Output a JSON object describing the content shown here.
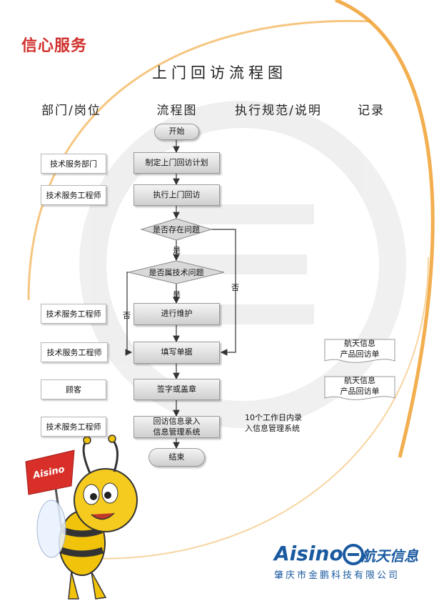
{
  "brand": "信心服务",
  "title": "上门回访流程图",
  "columns": {
    "dept": "部门/岗位",
    "flow": "流程图",
    "spec": "执行规范/说明",
    "record": "记录"
  },
  "flow": {
    "start": "开始",
    "plan": "制定上门回访计划",
    "visit": "执行上门回访",
    "decision1": "是否存在问题",
    "yes1": "是",
    "no1": "否",
    "decision2": "是否属技术问题",
    "yes2": "是",
    "no2": "否",
    "maintain": "进行维护",
    "fill": "填写单据",
    "sign": "签字或盖章",
    "entry_line1": "回访信息录入",
    "entry_line2": "信息管理系统",
    "end": "结束"
  },
  "depts": {
    "plan": "技术服务部门",
    "visit": "技术服务工程师",
    "maintain": "技术服务工程师",
    "fill": "技术服务工程师",
    "sign": "顾客",
    "entry": "技术服务工程师"
  },
  "spec": {
    "entry_line1": "10个工作日内录",
    "entry_line2": "入信息管理系统"
  },
  "records": [
    {
      "line1": "航天信息",
      "line2": "产品回访单"
    },
    {
      "line1": "航天信息",
      "line2": "产品回访单"
    }
  ],
  "mascot": {
    "flag_text": "Aisino"
  },
  "logo": {
    "en": "Aisino",
    "cn": "航天信息"
  },
  "company": "肇庆市金鹏科技有限公司",
  "colors": {
    "brand_red": "#d0312d",
    "logo_blue": "#1a5aa0",
    "swoosh_orange": "#f0a030",
    "node_grey": "#d9d9d9"
  }
}
